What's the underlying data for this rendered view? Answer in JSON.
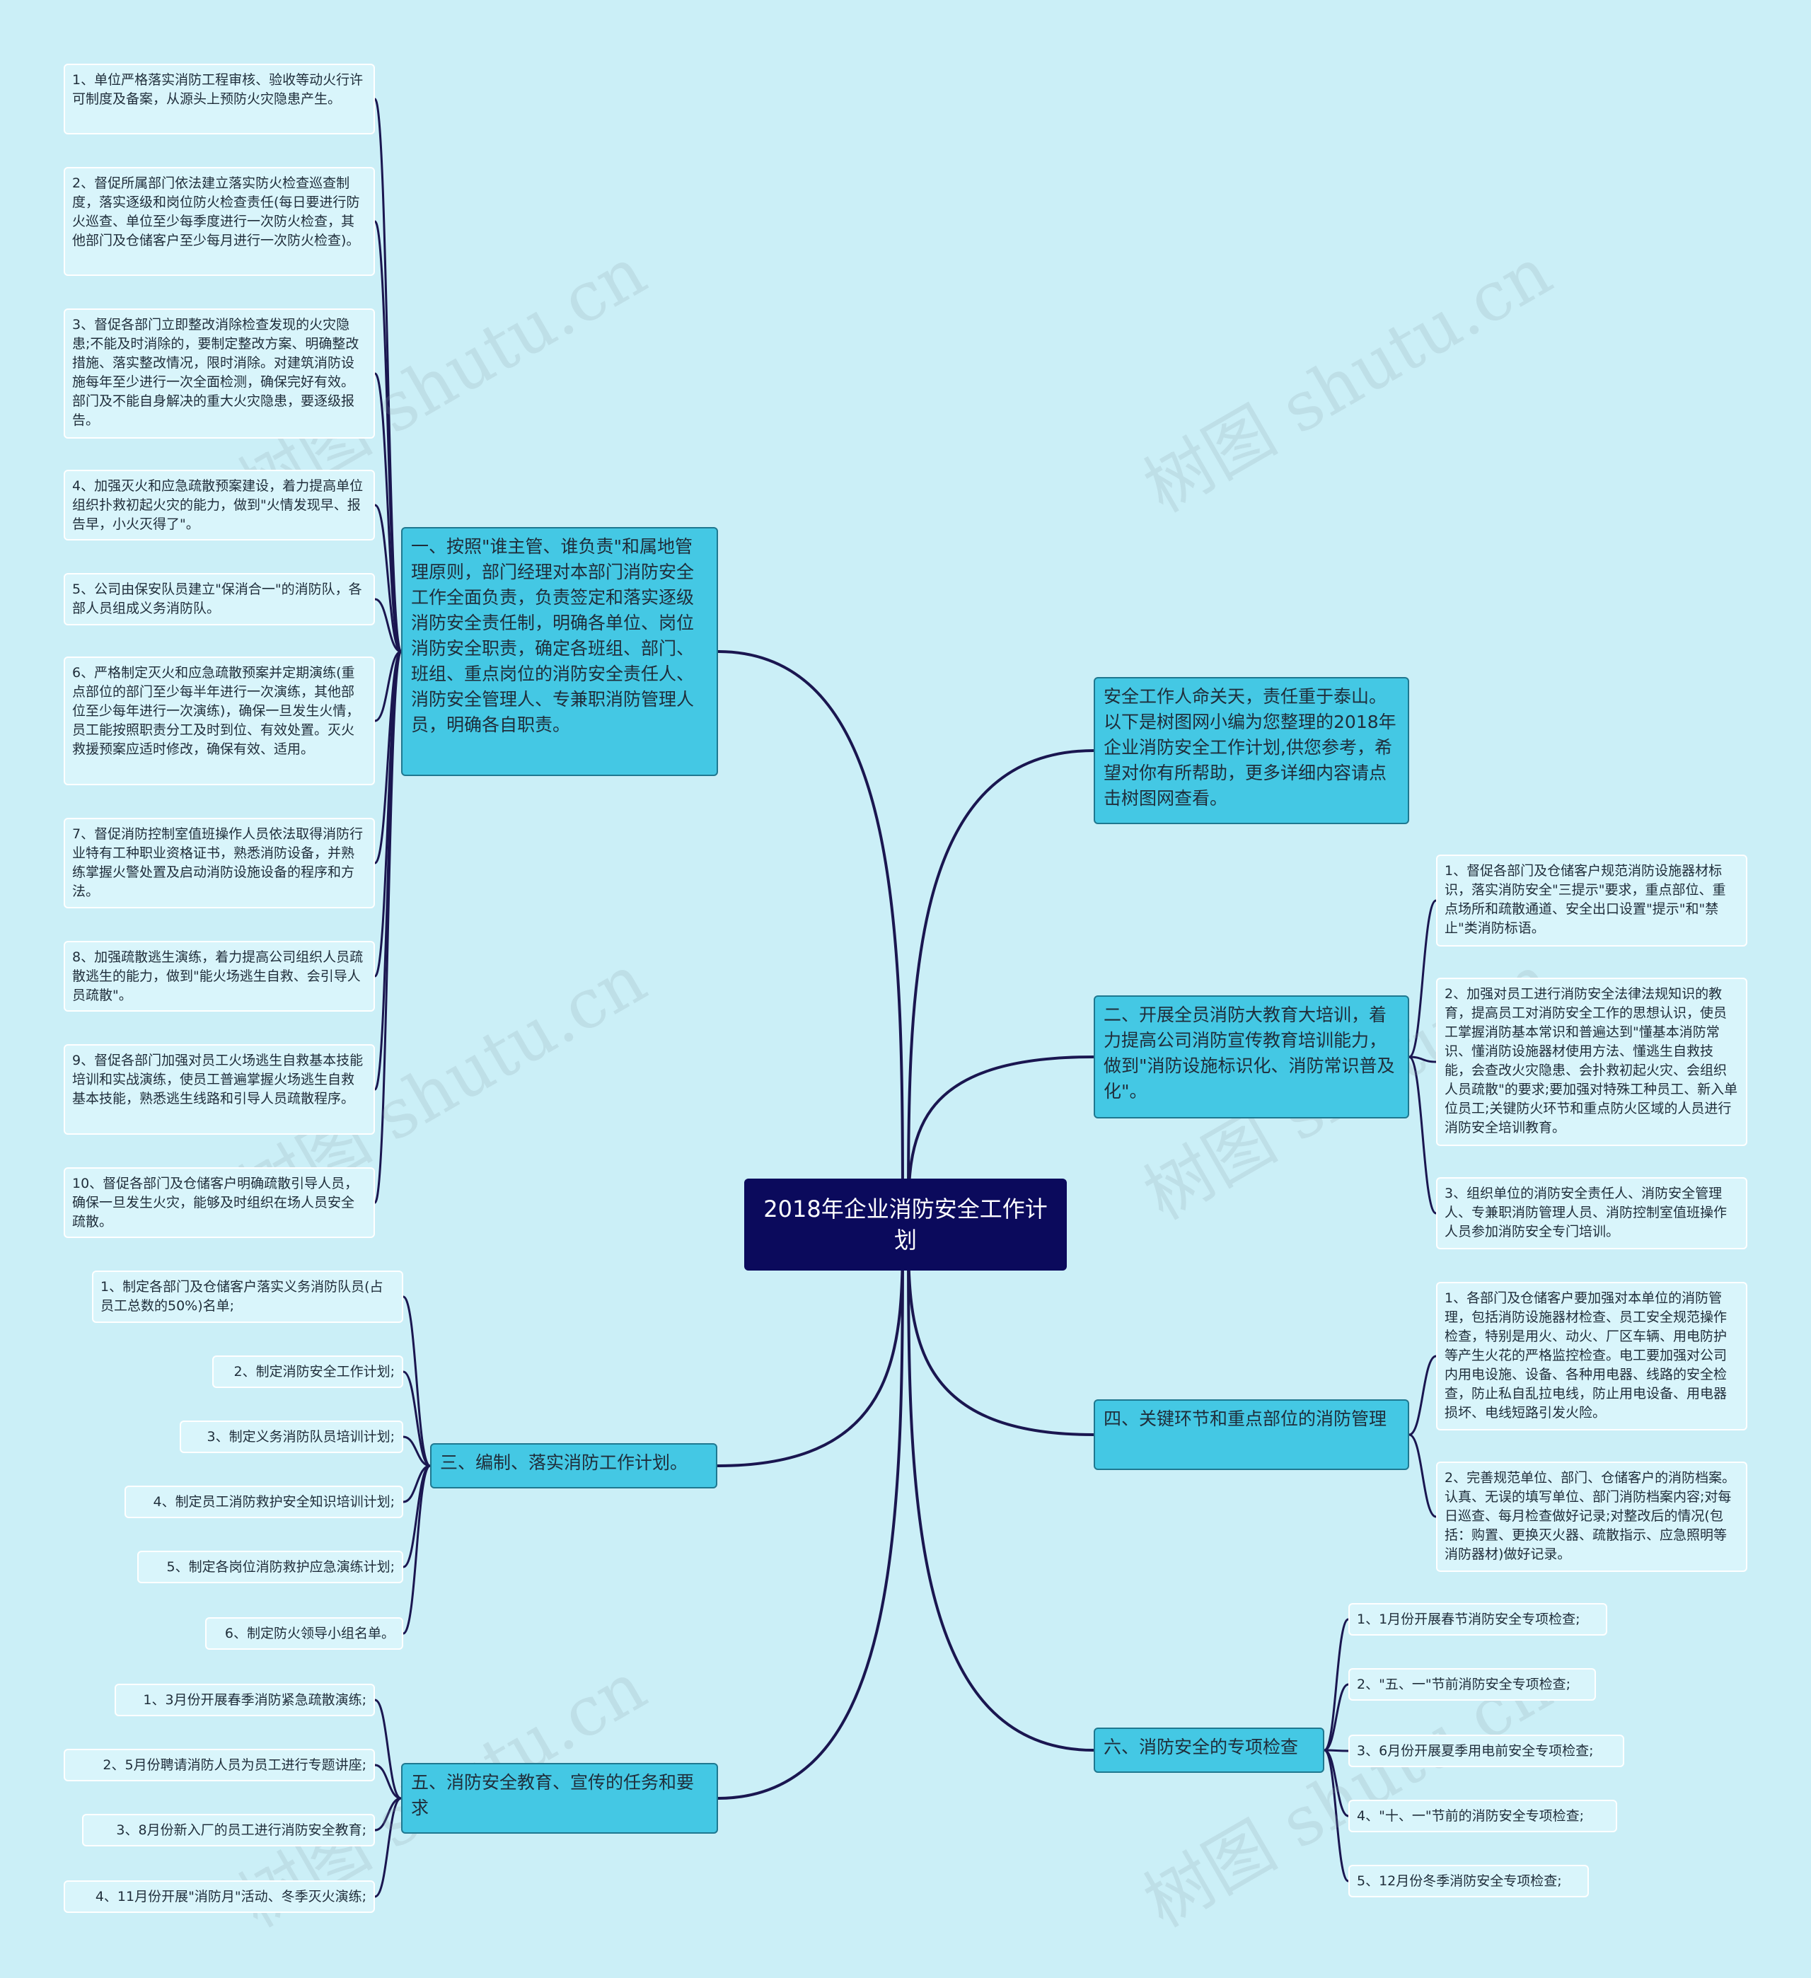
{
  "root": {
    "label": "2018年企业消防安全工作计划"
  },
  "watermark": "树图 shutu.cn",
  "branches": {
    "b1": {
      "label": "一、按照\"谁主管、谁负责\"和属地管理原则，部门经理对本部门消防安全工作全面负责，负责签定和落实逐级消防安全责任制，明确各单位、岗位消防安全职责，确定各班组、部门、班组、重点岗位的消防安全责任人、消防安全管理人、专兼职消防管理人员，明确各自职责。"
    },
    "b3": {
      "label": "三、编制、落实消防工作计划。"
    },
    "b5": {
      "label": "五、消防安全教育、宣传的任务和要求"
    },
    "intro": {
      "label": "安全工作人命关天，责任重于泰山。以下是树图网小编为您整理的2018年企业消防安全工作计划,供您参考，希望对你有所帮助，更多详细内容请点击树图网查看。"
    },
    "b2": {
      "label": "二、开展全员消防大教育大培训，着力提高公司消防宣传教育培训能力，做到\"消防设施标识化、消防常识普及化\"。"
    },
    "b4": {
      "label": "四、关键环节和重点部位的消防管理"
    },
    "b6": {
      "label": "六、消防安全的专项检查"
    }
  },
  "leaves": {
    "b1": [
      "1、单位严格落实消防工程审核、验收等动火行许可制度及备案，从源头上预防火灾隐患产生。",
      "2、督促所属部门依法建立落实防火检查巡查制度，落实逐级和岗位防火检查责任(每日要进行防火巡查、单位至少每季度进行一次防火检查，其他部门及仓储客户至少每月进行一次防火检查)。",
      "3、督促各部门立即整改消除检查发现的火灾隐患;不能及时消除的，要制定整改方案、明确整改措施、落实整改情况，限时消除。对建筑消防设施每年至少进行一次全面检测，确保完好有效。部门及不能自身解决的重大火灾隐患，要逐级报告。",
      "4、加强灭火和应急疏散预案建设，着力提高单位组织扑救初起火灾的能力，做到\"火情发现早、报告早，小火灭得了\"。",
      "5、公司由保安队员建立\"保消合一\"的消防队，各部人员组成义务消防队。",
      "6、严格制定灭火和应急疏散预案并定期演练(重点部位的部门至少每半年进行一次演练，其他部位至少每年进行一次演练)，确保一旦发生火情，员工能按照职责分工及时到位、有效处置。灭火救援预案应适时修改，确保有效、适用。",
      "7、督促消防控制室值班操作人员依法取得消防行业特有工种职业资格证书，熟悉消防设备，并熟练掌握火警处置及启动消防设施设备的程序和方法。",
      "8、加强疏散逃生演练，着力提高公司组织人员疏散逃生的能力，做到\"能火场逃生自救、会引导人员疏散\"。",
      "9、督促各部门加强对员工火场逃生自救基本技能培训和实战演练，使员工普遍掌握火场逃生自救基本技能，熟悉逃生线路和引导人员疏散程序。",
      "10、督促各部门及仓储客户明确疏散引导人员，确保一旦发生火灾，能够及时组织在场人员安全疏散。"
    ],
    "b3": [
      "1、制定各部门及仓储客户落实义务消防队员(占员工总数的50%)名单;",
      "2、制定消防安全工作计划;",
      "3、制定义务消防队员培训计划;",
      "4、制定员工消防救护安全知识培训计划;",
      "5、制定各岗位消防救护应急演练计划;",
      "6、制定防火领导小组名单。"
    ],
    "b5": [
      "1、3月份开展春季消防紧急疏散演练;",
      "2、5月份聘请消防人员为员工进行专题讲座;",
      "3、8月份新入厂的员工进行消防安全教育;",
      "4、11月份开展\"消防月\"活动、冬季灭火演练;"
    ],
    "b2": [
      "1、督促各部门及仓储客户规范消防设施器材标识，落实消防安全\"三提示\"要求，重点部位、重点场所和疏散通道、安全出口设置\"提示\"和\"禁止\"类消防标语。",
      "2、加强对员工进行消防安全法律法规知识的教育，提高员工对消防安全工作的思想认识，使员工掌握消防基本常识和普遍达到\"懂基本消防常识、懂消防设施器材使用方法、懂逃生自救技能，会查改火灾隐患、会扑救初起火灾、会组织人员疏散\"的要求;要加强对特殊工种员工、新入单位员工;关键防火环节和重点防火区域的人员进行消防安全培训教育。",
      "3、组织单位的消防安全责任人、消防安全管理人、专兼职消防管理人员、消防控制室值班操作人员参加消防安全专门培训。"
    ],
    "b4": [
      "1、各部门及仓储客户要加强对本单位的消防管理，包括消防设施器材检查、员工安全规范操作检查，特别是用火、动火、厂区车辆、用电防护等产生火花的严格监控检查。电工要加强对公司内用电设施、设备、各种用电器、线路的安全检查，防止私自乱拉电线，防止用电设备、用电器损坏、电线短路引发火险。",
      "2、完善规范单位、部门、仓储客户的消防档案。认真、无误的填写单位、部门消防档案内容;对每日巡查、每月检查做好记录;对整改后的情况(包括：购置、更换灭火器、疏散指示、应急照明等消防器材)做好记录。"
    ],
    "b6": [
      "1、1月份开展春节消防安全专项检查;",
      "2、\"五、一\"节前消防安全专项检查;",
      "3、6月份开展夏季用电前安全专项检查;",
      "4、\"十、一\"节前的消防安全专项检查;",
      "5、12月份冬季消防安全专项检查;"
    ]
  },
  "colors": {
    "background": "#cbeff7",
    "root": "#0b0a5c",
    "branch": "#44c8e4",
    "branch_border": "#1f7890",
    "leaf": "#d9f5fb",
    "line": "#1a1650"
  }
}
